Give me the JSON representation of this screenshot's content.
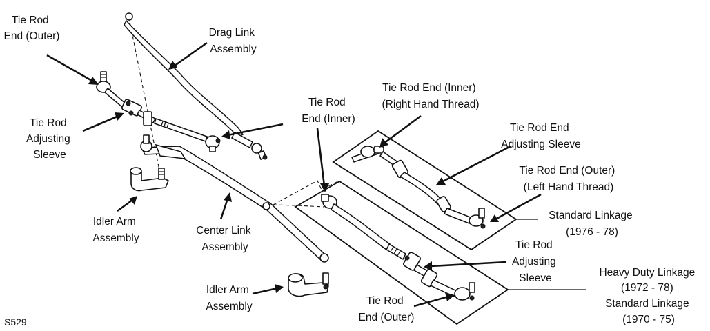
{
  "labels": {
    "tie_rod_end_outer_left": [
      "Tie Rod",
      "End (Outer)"
    ],
    "drag_link": [
      "Drag Link",
      "Assembly"
    ],
    "tie_rod_sleeve_left": [
      "Tie Rod",
      "Adjusting",
      "Sleeve"
    ],
    "tie_rod_end_inner_mid": [
      "Tie Rod",
      "End (Inner)"
    ],
    "tie_rod_end_inner_rh": [
      "Tie Rod End (Inner)",
      "(Right Hand Thread)"
    ],
    "tie_rod_end_sleeve_right": [
      "Tie Rod End",
      "Adjusting Sleeve"
    ],
    "tie_rod_end_outer_lh": [
      "Tie Rod End (Outer)",
      "(Left Hand Thread)"
    ],
    "standard_linkage_76_78": [
      "Standard Linkage",
      "(1976 - 78)"
    ],
    "idler_arm_left": [
      "Idler Arm",
      "Assembly"
    ],
    "center_link": [
      "Center Link",
      "Assembly"
    ],
    "tie_rod_sleeve_bottom": [
      "Tie Rod",
      "Adjusting",
      "Sleeve"
    ],
    "heavy_duty_linkage": [
      "Heavy Duty Linkage",
      "(1972 - 78)",
      "Standard Linkage",
      "(1970 - 75)"
    ],
    "idler_arm_bottom": [
      "Idler Arm",
      "Assembly"
    ],
    "tie_rod_end_outer_bottom": [
      "Tie Rod",
      "End (Outer)"
    ]
  },
  "figure_code": "S529"
}
